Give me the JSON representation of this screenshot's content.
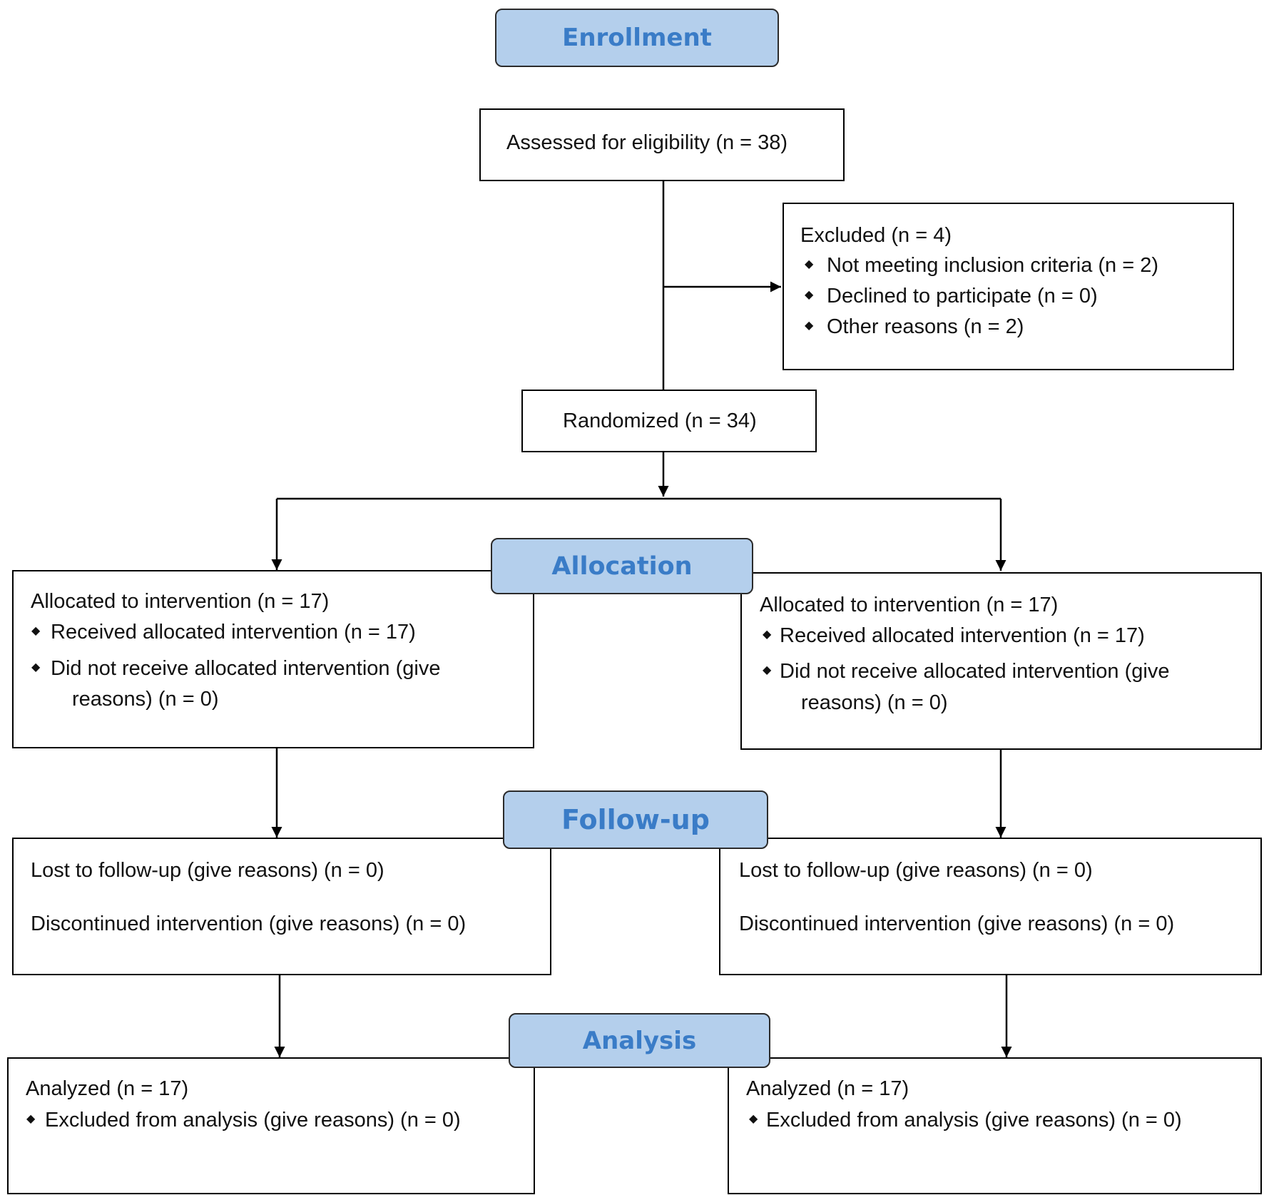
{
  "stages": {
    "enrollment": "Enrollment",
    "allocation": "Allocation",
    "follow_up": "Follow-up",
    "analysis": "Analysis"
  },
  "assessed": "Assessed for eligibility (n = 38)",
  "excluded": {
    "title": "Excluded  (n = 4)",
    "items": [
      "Not meeting inclusion criteria (n = 2)",
      "Declined to participate (n = 0)",
      "Other reasons (n = 2)"
    ]
  },
  "randomized": "Randomized (n = 34)",
  "allocation": {
    "left": {
      "title": "Allocated to intervention (n = 17)",
      "received": "Received allocated intervention (n = 17)",
      "not_received_1": "Did not receive allocated intervention (give",
      "not_received_2": "reasons) (n = 0)"
    },
    "right": {
      "title": "Allocated to intervention (n = 17)",
      "received": "Received allocated intervention (n = 17)",
      "not_received_1": "Did not receive allocated intervention (give",
      "not_received_2": "reasons) (n = 0)"
    }
  },
  "follow_up": {
    "left": {
      "lost": "Lost to follow-up (give reasons) (n = 0)",
      "discontinued": "Discontinued intervention (give reasons) (n = 0)"
    },
    "right": {
      "lost": "Lost to follow-up (give reasons) (n = 0)",
      "discontinued": "Discontinued intervention (give reasons) (n = 0)"
    }
  },
  "analysis": {
    "left": {
      "title": "Analyzed  (n = 17)",
      "excluded": "Excluded from analysis (give reasons) (n = 0)"
    },
    "right": {
      "title": "Analyzed  (n = 17)",
      "excluded": "Excluded from analysis (give reasons) (n = 0)"
    }
  },
  "colors": {
    "stage_fill": "#b4cfec",
    "stage_text": "#3a7cc7",
    "line": "#000000"
  }
}
